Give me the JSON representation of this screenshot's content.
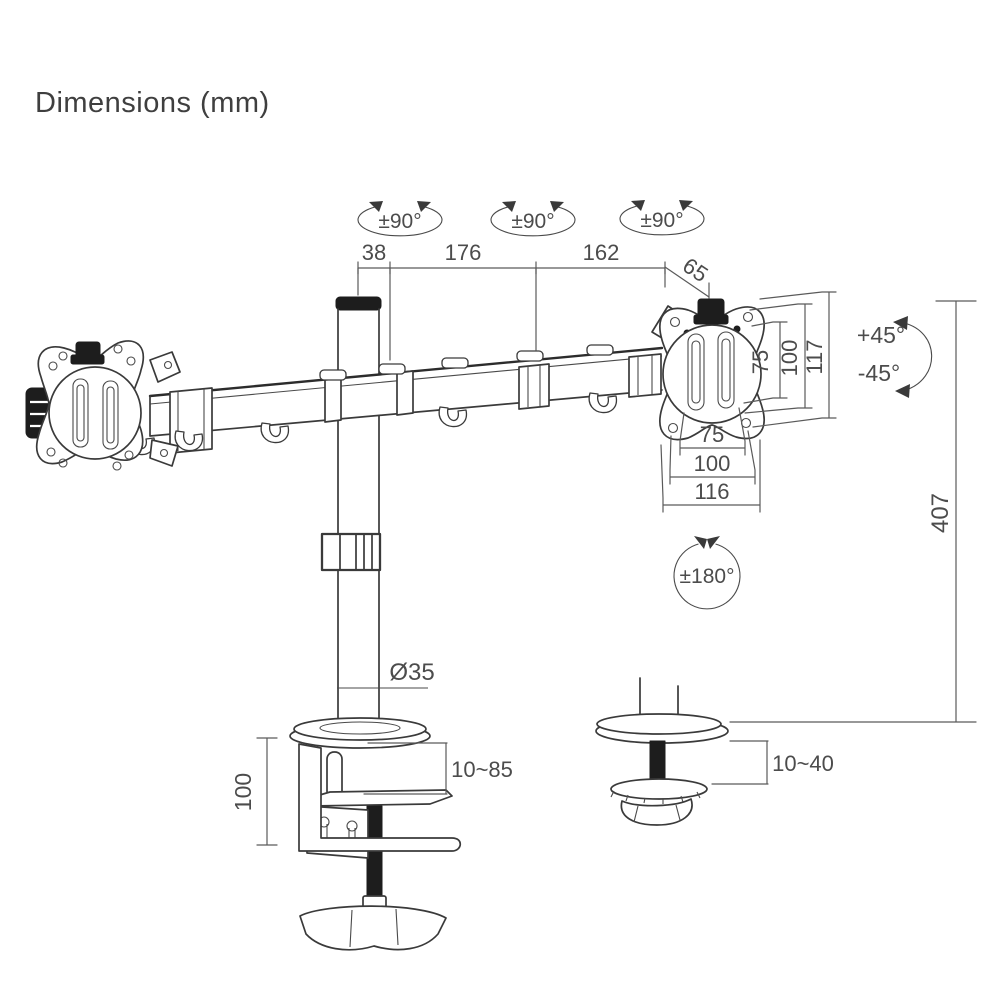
{
  "title": "Dimensions (mm)",
  "colors": {
    "line": "#3a3a3a",
    "text": "#4c4c4c",
    "dark_fill": "#1d1d1d",
    "background": "#ffffff"
  },
  "annotations": {
    "rot_left": "±90°",
    "rot_mid": "±90°",
    "rot_right": "±90°",
    "tilt_up": "+45°",
    "tilt_down": "-45°",
    "swivel": "±180°",
    "pole_dia": "Ø35"
  },
  "dimensions": {
    "offset_38": "38",
    "segment_176": "176",
    "segment_162": "162",
    "head_65": "65",
    "vesa_v75": "75",
    "vesa_v100": "100",
    "plate_h117": "117",
    "vesa_h75": "75",
    "vesa_h100": "100",
    "plate_w116": "116",
    "pole_407": "407",
    "clamp_100": "100",
    "desk_range_clamp": "10~85",
    "desk_range_grommet": "10~40"
  }
}
